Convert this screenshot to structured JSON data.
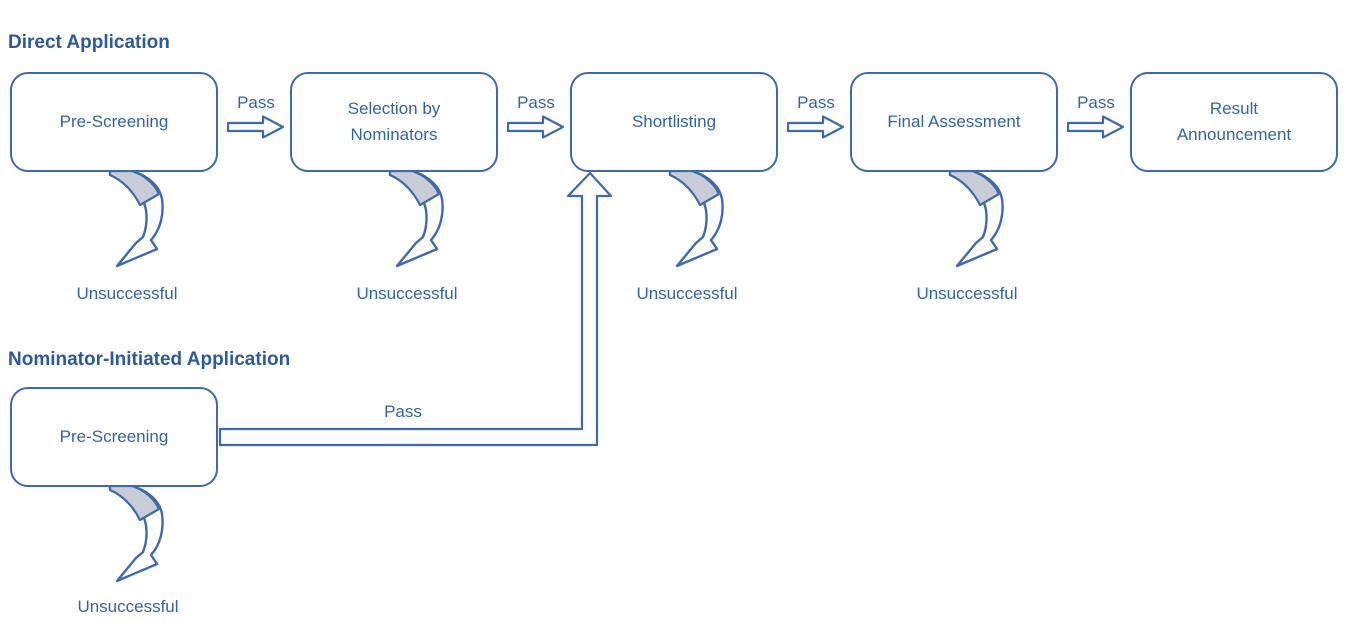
{
  "colors": {
    "stroke": "#3D69AD",
    "box_text": "#3264A6",
    "heading": "#2D5A99",
    "ribbon_gray": "#C8CCD6"
  },
  "diagram": {
    "type": "flowchart",
    "sections": [
      {
        "title": "Direct Application",
        "pass_label": "Pass",
        "steps": [
          {
            "label": "Pre-Screening",
            "fail_label": "Unsuccessful"
          },
          {
            "label": "Selection by\nNominators",
            "fail_label": "Unsuccessful"
          },
          {
            "label": "Shortlisting",
            "fail_label": "Unsuccessful"
          },
          {
            "label": "Final Assessment",
            "fail_label": "Unsuccessful"
          },
          {
            "label": "Result\nAnnouncement"
          }
        ]
      },
      {
        "title": "Nominator-Initiated Application",
        "pass_label": "Pass",
        "pass_target": "Shortlisting",
        "steps": [
          {
            "label": "Pre-Screening",
            "fail_label": "Unsuccessful"
          }
        ]
      }
    ]
  }
}
